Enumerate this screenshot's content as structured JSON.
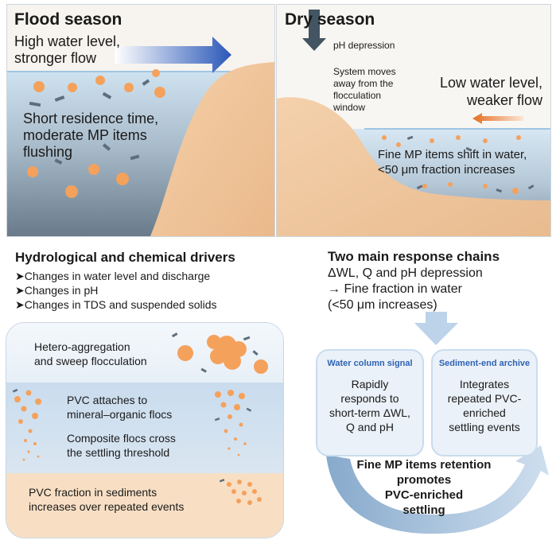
{
  "flood": {
    "title": "Flood season",
    "flow_line1": "High water level,",
    "flow_line2": "stronger flow",
    "residence_line1": "Short residence time,",
    "residence_line2": "moderate MP items",
    "residence_line3": "flushing"
  },
  "dry": {
    "title": "Dry season",
    "ph": "pH depression",
    "system_line1": "System moves",
    "system_line2": "away from the",
    "system_line3": "flocculation",
    "system_line4": "window",
    "flow_line1": "Low water level,",
    "flow_line2": "weaker flow",
    "fine_line1": "Fine MP items shift in water,",
    "fine_line2": "<50 μm fraction increases"
  },
  "drivers": {
    "title": "Hydrological and chemical drivers",
    "items": [
      "➤Changes in water level and discharge",
      "➤Changes in pH",
      "➤Changes in TDS and suspended solids"
    ]
  },
  "aggregation": {
    "hetero_line1": "Hetero-aggregation",
    "hetero_line2": "and sweep flocculation",
    "pvc_line1": "PVC attaches to",
    "pvc_line2": "mineral–organic flocs",
    "comp_line1": "Composite flocs cross",
    "comp_line2": "the settling threshold",
    "sed_line1": "PVC fraction in sediments",
    "sed_line2": "increases over repeated events"
  },
  "response": {
    "title": "Two main response chains",
    "line2": "ΔWL, Q and pH depression",
    "line3": "→ Fine fraction in water",
    "line4": "(<50 μm increases)"
  },
  "water_column": {
    "header": "Water column signal",
    "line1": "Rapidly",
    "line2": "responds to",
    "line3": "short-term ΔWL,",
    "line4": "Q and pH"
  },
  "sediment_end": {
    "header": "Sediment-end archive",
    "line1": "Integrates",
    "line2": "repeated PVC-",
    "line3": "enriched",
    "line4": "settling events"
  },
  "retention": {
    "line1": "Fine MP items retention",
    "line2": "promotes",
    "line3": "PVC-enriched",
    "line4": "settling"
  },
  "colors": {
    "particle": "#f4a15c",
    "water_top": "#c6dced",
    "water_bottom": "#6d7f8e",
    "bank": "#f1c79e",
    "arrow_blue": "#2f5fb8",
    "arrow_orange": "#e8792f"
  }
}
